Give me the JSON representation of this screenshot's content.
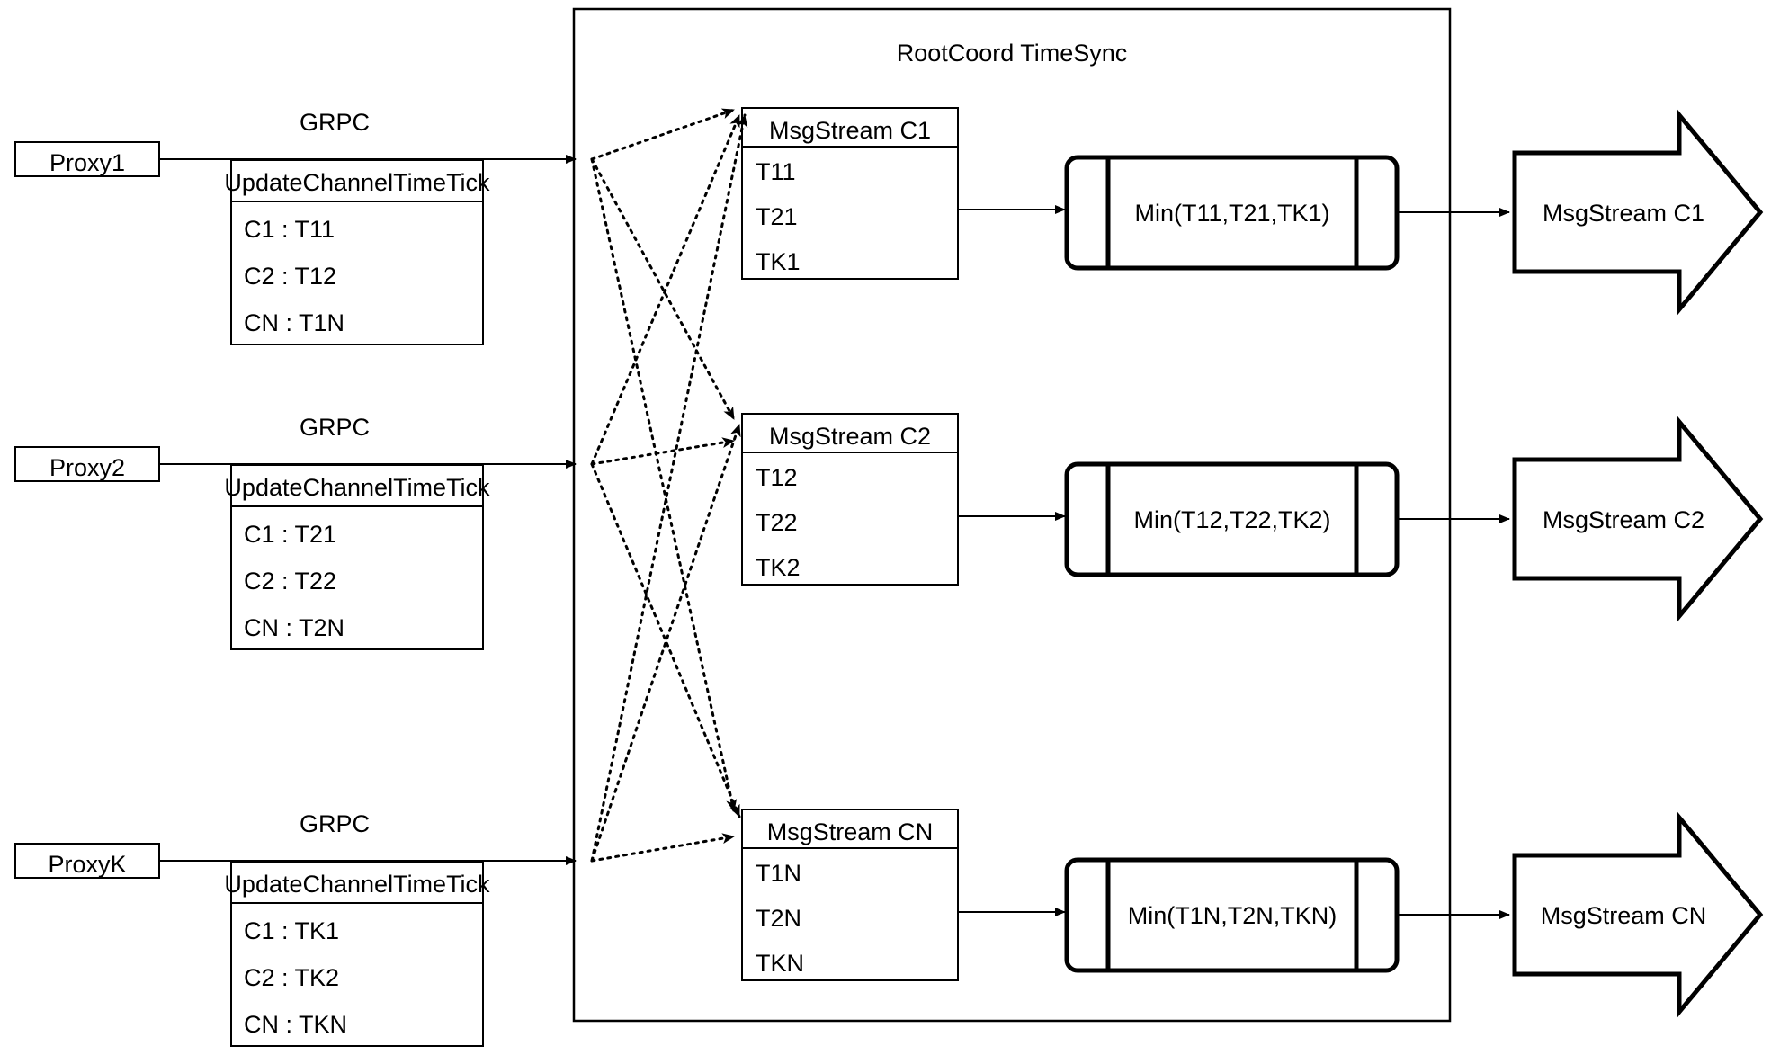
{
  "container": {
    "title": "RootCoord TimeSync"
  },
  "rows": [
    {
      "proxy": "Proxy1",
      "link_label": "GRPC",
      "request": {
        "header": "UpdateChannelTimeTick",
        "entries": [
          "C1 :  T11",
          "C2 :  T12",
          "CN : T1N"
        ]
      },
      "msgstream": {
        "header": "MsgStream C1",
        "entries": [
          "T11",
          "T21",
          "TK1"
        ]
      },
      "process": "Min(T11,T21,TK1)",
      "output": "MsgStream C1"
    },
    {
      "proxy": "Proxy2",
      "link_label": "GRPC",
      "request": {
        "header": "UpdateChannelTimeTick",
        "entries": [
          "C1 :  T21",
          "C2 :  T22",
          "CN : T2N"
        ]
      },
      "msgstream": {
        "header": "MsgStream C2",
        "entries": [
          "T12",
          "T22",
          "TK2"
        ]
      },
      "process": "Min(T12,T22,TK2)",
      "output": "MsgStream C2"
    },
    {
      "proxy": "ProxyK",
      "link_label": "GRPC",
      "request": {
        "header": "UpdateChannelTimeTick",
        "entries": [
          "C1 :  TK1",
          "C2 :  TK2",
          "CN : TKN"
        ]
      },
      "msgstream": {
        "header": "MsgStream CN",
        "entries": [
          "T1N",
          "T2N",
          "TKN"
        ]
      },
      "process": "Min(T1N,T2N,TKN)",
      "output": "MsgStream CN"
    }
  ],
  "colors": {
    "stroke": "#000000",
    "background": "#ffffff",
    "text": "#000000"
  }
}
